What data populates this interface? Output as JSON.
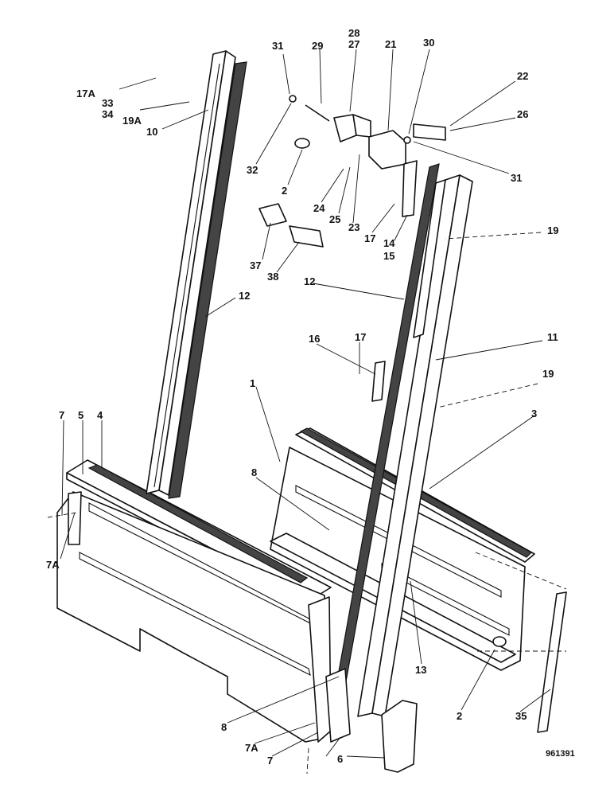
{
  "diagram": {
    "callouts": [
      {
        "id": "c-17a-top",
        "text": "17A"
      },
      {
        "id": "c-33",
        "text": "33"
      },
      {
        "id": "c-34",
        "text": "34"
      },
      {
        "id": "c-19a",
        "text": "19A"
      },
      {
        "id": "c-10",
        "text": "10"
      },
      {
        "id": "c-31a",
        "text": "31"
      },
      {
        "id": "c-29",
        "text": "29"
      },
      {
        "id": "c-28",
        "text": "28"
      },
      {
        "id": "c-27",
        "text": "27"
      },
      {
        "id": "c-21",
        "text": "21"
      },
      {
        "id": "c-30",
        "text": "30"
      },
      {
        "id": "c-22",
        "text": "22"
      },
      {
        "id": "c-26",
        "text": "26"
      },
      {
        "id": "c-31b",
        "text": "31"
      },
      {
        "id": "c-32",
        "text": "32"
      },
      {
        "id": "c-2a",
        "text": "2"
      },
      {
        "id": "c-24",
        "text": "24"
      },
      {
        "id": "c-25",
        "text": "25"
      },
      {
        "id": "c-23",
        "text": "23"
      },
      {
        "id": "c-17a",
        "text": "17"
      },
      {
        "id": "c-14",
        "text": "14"
      },
      {
        "id": "c-15",
        "text": "15"
      },
      {
        "id": "c-19a2",
        "text": "19"
      },
      {
        "id": "c-37",
        "text": "37"
      },
      {
        "id": "c-38",
        "text": "38"
      },
      {
        "id": "c-12a",
        "text": "12"
      },
      {
        "id": "c-12b",
        "text": "12"
      },
      {
        "id": "c-16",
        "text": "16"
      },
      {
        "id": "c-17b",
        "text": "17"
      },
      {
        "id": "c-11",
        "text": "11"
      },
      {
        "id": "c-19b",
        "text": "19"
      },
      {
        "id": "c-1",
        "text": "1"
      },
      {
        "id": "c-3",
        "text": "3"
      },
      {
        "id": "c-7a",
        "text": "7"
      },
      {
        "id": "c-5",
        "text": "5"
      },
      {
        "id": "c-4",
        "text": "4"
      },
      {
        "id": "c-8a",
        "text": "8"
      },
      {
        "id": "c-7aa",
        "text": "7A"
      },
      {
        "id": "c-13",
        "text": "13"
      },
      {
        "id": "c-2b",
        "text": "2"
      },
      {
        "id": "c-35",
        "text": "35"
      },
      {
        "id": "c-8b",
        "text": "8"
      },
      {
        "id": "c-7ab",
        "text": "7A"
      },
      {
        "id": "c-7b",
        "text": "7"
      },
      {
        "id": "c-6",
        "text": "6"
      }
    ],
    "drawing_ref": "961391"
  }
}
